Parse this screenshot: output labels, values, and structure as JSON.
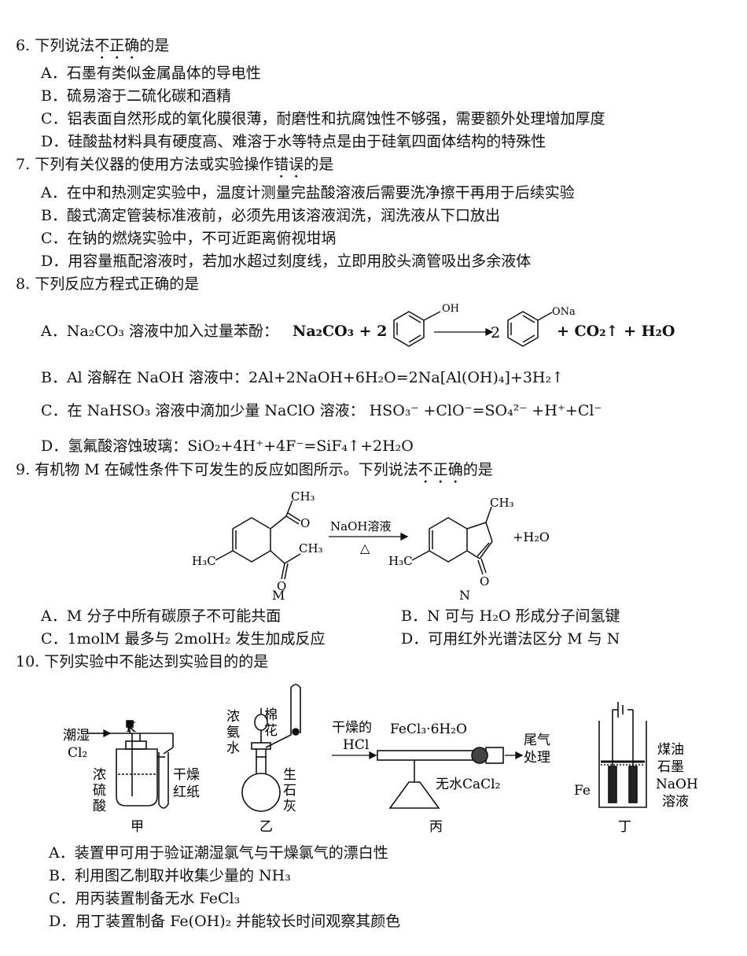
{
  "q6": {
    "num": "6.",
    "stem_a": "下列说法",
    "stem_emph": "不正确",
    "stem_b": "的是",
    "opts": [
      "A．石墨有类似金属晶体的导电性",
      "B．硫易溶于二硫化碳和酒精",
      "C．铝表面自然形成的氧化膜很薄，耐磨性和抗腐蚀性不够强，需要额外处理增加厚度",
      "D．硅酸盐材料具有硬度高、难溶于水等特点是由于硅氧四面体结构的特殊性"
    ]
  },
  "q7": {
    "num": "7.",
    "stem_a": "下列有关仪器的使用方法或实验操作",
    "stem_emph": "错误",
    "stem_b": "的是",
    "opts": [
      "A．在中和热测定实验中，温度计测量完盐酸溶液后需要洗净擦干再用于后续实验",
      "B．酸式滴定管装标准液前，必须先用该溶液润洗，润洗液从下口放出",
      "C．在钠的燃烧实验中，不可近距离俯视坩埚",
      "D．用容量瓶配溶液时，若加水超过刻度线，立即用胶头滴管吸出多余液体"
    ]
  },
  "q8": {
    "num": "8.",
    "stem": "下列反应方程式正确的是",
    "a_label": "A．Na₂CO₃ 溶液中加入过量苯酚：",
    "a_lhs": "Na₂CO₃ + 2",
    "a_oh": "OH",
    "a_coef": "2",
    "a_ona": "ONa",
    "a_rhs": "+ CO₂↑ + H₂O",
    "b": "B．Al 溶解在 NaOH 溶液中：2Al+2NaOH+6H₂O=2Na[Al(OH)₄]+3H₂↑",
    "c": "C．在 NaHSO₃ 溶液中滴加少量 NaClO 溶液：  HSO₃⁻ +ClO⁻=SO₄²⁻ +H⁺+Cl⁻",
    "d": "D．氢氟酸溶蚀玻璃：SiO₂+4H⁺+4F⁻=SiF₄↑+2H₂O"
  },
  "q9": {
    "num": "9.",
    "stem_a": "有机物 M 在碱性条件下可发生的反应如图所示。下列说法",
    "stem_emph": "不正确",
    "stem_b": "的是",
    "ch3": "CH₃",
    "h3c": "H₃C",
    "o": "O",
    "cond_top": "NaOH溶液",
    "cond_bottom": "△",
    "plus_water": "+H₂O",
    "m": "M",
    "n": "N",
    "opts": [
      "A．M 分子中所有碳原子不可能共面",
      "B．N 可与 H₂O 形成分子间氢键",
      "C．1molM 最多与 2molH₂ 发生加成反应",
      "D．可用红外光谱法区分 M 与 N"
    ]
  },
  "q10": {
    "num": "10.",
    "stem": "下列实验中不能达到实验目的的是",
    "jia": {
      "wet1": "潮湿",
      "wet2": "Cl₂",
      "k": "K",
      "acid": [
        "浓",
        "硫",
        "酸"
      ],
      "dry": [
        "干燥",
        "红纸"
      ],
      "cap": "甲"
    },
    "yi": {
      "left": [
        "浓",
        "氨",
        "水"
      ],
      "top": [
        "棉",
        "花"
      ],
      "right": [
        "生",
        "石",
        "灰"
      ],
      "cap": "乙"
    },
    "bing": {
      "dry1": "干燥的",
      "dry2": "HCl",
      "salt": "FeCl₃·6H₂O",
      "tail1": "尾气",
      "tail2": "处理",
      "cacl": "无水CaCl₂",
      "cap": "丙"
    },
    "ding": {
      "kerosene": "煤油",
      "graphite": "石墨",
      "naoh1": "NaOH",
      "naoh2": "溶液",
      "fe": "Fe",
      "cap": "丁"
    },
    "opts": [
      "A．装置甲可用于验证潮湿氯气与干燥氯气的漂白性",
      "B．利用图乙制取并收集少量的 NH₃",
      "C．用丙装置制备无水 FeCl₃",
      "D．用丁装置制备 Fe(OH)₂ 并能较长时间观察其颜色"
    ]
  }
}
